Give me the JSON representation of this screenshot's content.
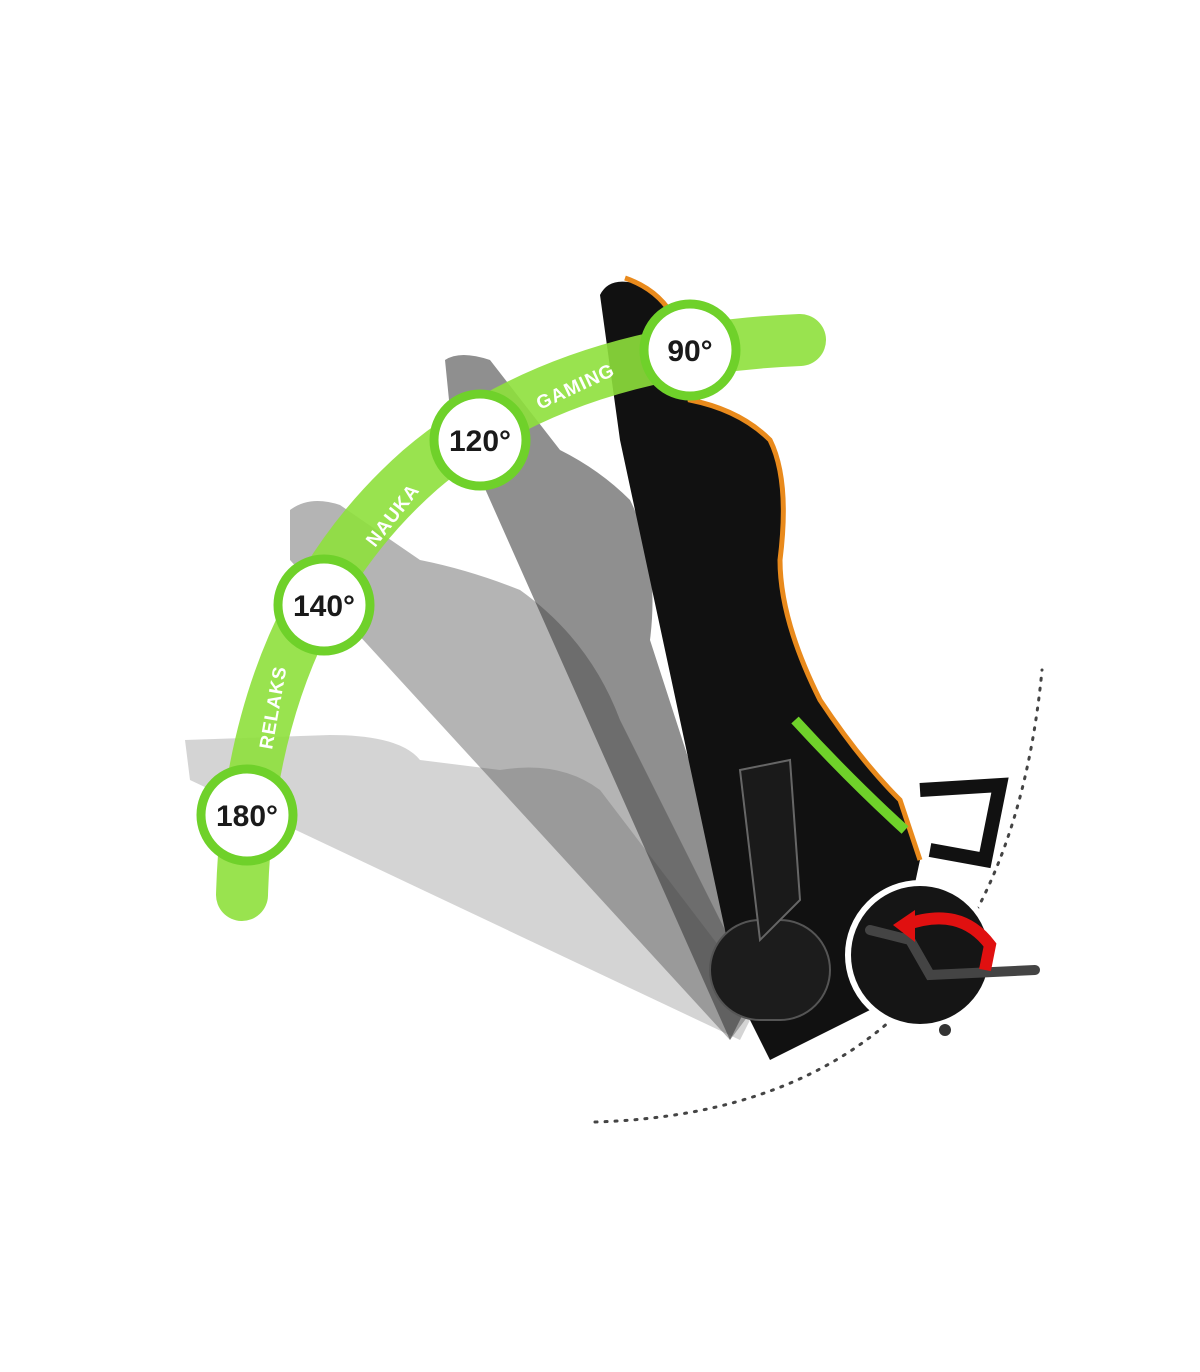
{
  "diagram": {
    "positions": [
      {
        "angle": "180°",
        "mode": "RELAKS"
      },
      {
        "angle": "140°",
        "mode": "NAUKA"
      },
      {
        "angle": "120°",
        "mode": "GAMING"
      },
      {
        "angle": "90°",
        "mode": ""
      }
    ],
    "colors": {
      "arc": "#8ee03c",
      "arc_light": "#b6f07a",
      "badge_ring": "#6fd12a",
      "chair": "#111111",
      "piping": "#e98a1c",
      "arrow": "#e01010"
    }
  }
}
